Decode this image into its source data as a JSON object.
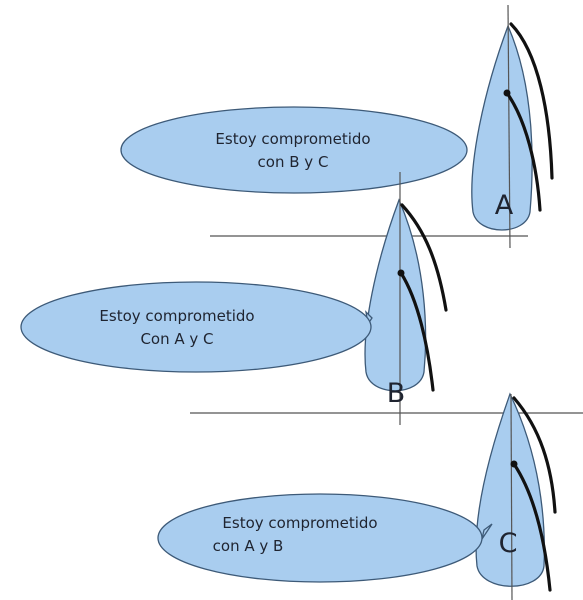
{
  "boats": [
    {
      "letter": "A",
      "bubble_lines": [
        "Estoy comprometido",
        "con B y C"
      ]
    },
    {
      "letter": "B",
      "bubble_lines": [
        "Estoy comprometido",
        "Con A y C"
      ]
    },
    {
      "letter": "C",
      "bubble_lines": [
        "Estoy comprometido",
        "con A y B"
      ]
    }
  ],
  "colors": {
    "fill": "#a9cdef",
    "stroke": "#3d5a78",
    "line": "#555555",
    "sail": "#111111"
  }
}
